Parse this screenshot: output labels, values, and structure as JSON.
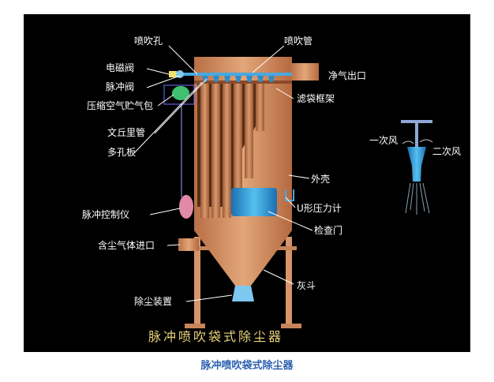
{
  "labels": {
    "nozzle_hole": "喷吹孔",
    "blow_pipe": "喷吹管",
    "solenoid_valve": "电磁阀",
    "clean_gas_outlet": "净气出口",
    "pulse_valve": "脉冲阀",
    "filter_frame": "滤袋框架",
    "air_tank": "压缩空气贮气包",
    "venturi": "文丘里管",
    "perforated_plate": "多孔板",
    "shell": "外壳",
    "pulse_controller": "脉冲控制仪",
    "u_manometer": "U形压力计",
    "inspection_door": "检查门",
    "dusty_gas_inlet": "含尘气体进口",
    "ash_hopper": "灰斗",
    "dust_removal_device": "除尘装置",
    "primary_air": "一次风",
    "secondary_air": "二次风"
  },
  "inner_title": "脉冲喷吹袋式除尘器",
  "caption": "脉冲喷吹袋式除尘器",
  "colors": {
    "background": "#000000",
    "shell": "#d8956a",
    "bag": "#c9845a",
    "blue_part": "#2f9fe0",
    "caption": "#2a5fb0",
    "title_text": "#e8d27a"
  }
}
